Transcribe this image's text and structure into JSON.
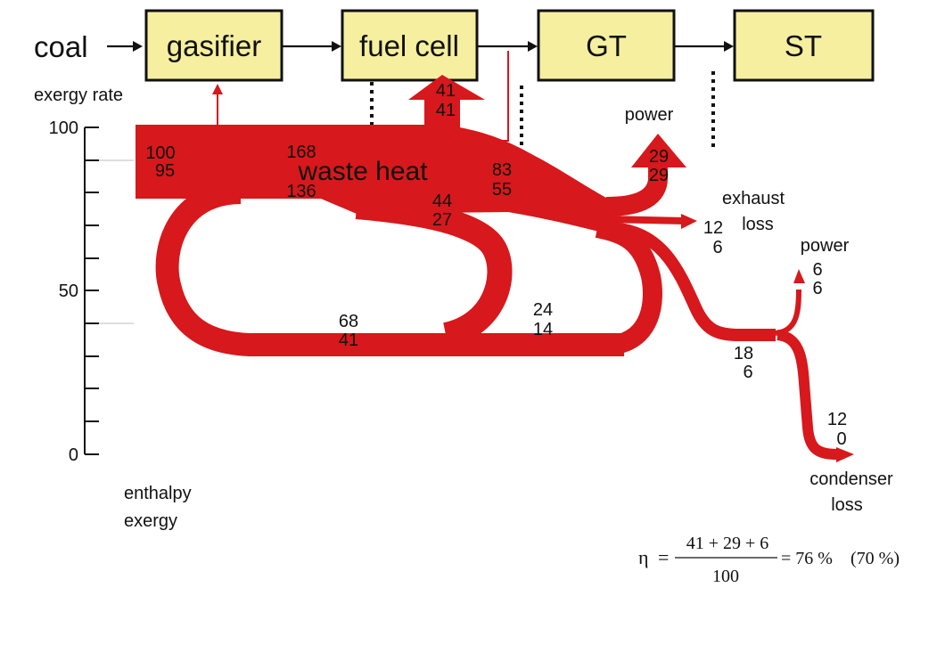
{
  "input_label": "coal",
  "boxes": {
    "gasifier": "gasifier",
    "fuel_cell": "fuel cell",
    "gt": "GT",
    "st": "ST"
  },
  "axis": {
    "title": "exergy rate",
    "ticks": [
      "100",
      "50",
      "0"
    ]
  },
  "legend": {
    "enthalpy": "enthalpy",
    "exergy": "exergy"
  },
  "labels": {
    "waste_heat": "waste heat",
    "power_top": "power",
    "exhaust": "exhaust",
    "loss": "loss",
    "power_right": "power",
    "condenser": "condenser",
    "condenser_loss": "loss"
  },
  "values": {
    "coal_enthalpy": "100",
    "coal_exergy": "95",
    "waste_enthalpy": "168",
    "waste_exergy": "136",
    "fc_power_enthalpy": "41",
    "fc_power_exergy": "41",
    "gt_in_enthalpy": "83",
    "gt_in_exergy": "55",
    "recycle_enthalpy": "44",
    "recycle_exergy": "27",
    "gt_power_enthalpy": "29",
    "gt_power_exergy": "29",
    "exhaust_enthalpy": "12",
    "exhaust_exergy": "6",
    "st_power_enthalpy": "6",
    "st_power_exergy": "6",
    "loop_enthalpy": "68",
    "loop_exergy": "41",
    "return_enthalpy": "24",
    "return_exergy": "14",
    "st_flow_enthalpy": "18",
    "st_flow_exergy": "6",
    "condenser_enthalpy": "12",
    "condenser_exergy": "0"
  },
  "efficiency": {
    "eta": "η",
    "equals": "=",
    "numerator": "41 + 29 + 6",
    "denominator": "100",
    "result": "= 76 %",
    "exergy_result": "(70 %)"
  },
  "colors": {
    "flow": "#d7181c",
    "box_fill": "#f5ef9f",
    "text": "#111111"
  }
}
